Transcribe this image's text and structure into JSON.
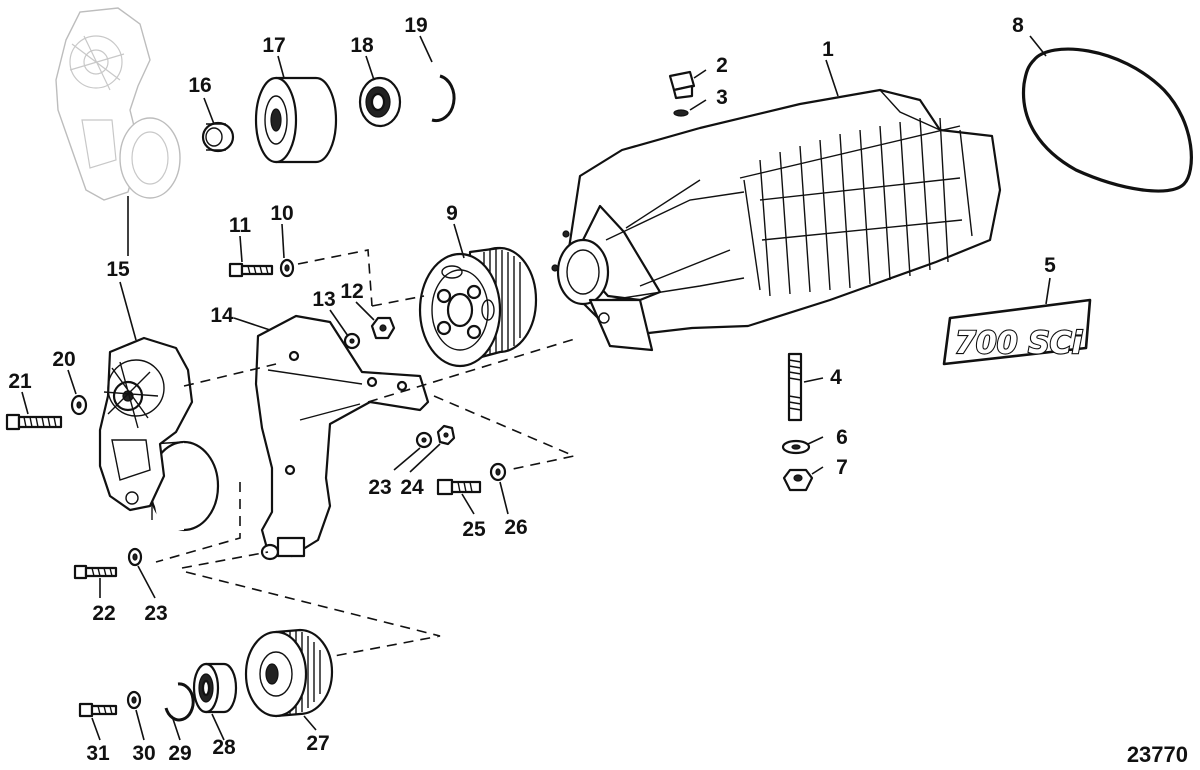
{
  "diagram": {
    "reference_number": "23770",
    "badge_text": "700 SCi",
    "callouts": [
      "1",
      "2",
      "3",
      "4",
      "5",
      "6",
      "7",
      "8",
      "9",
      "10",
      "11",
      "12",
      "13",
      "14",
      "15",
      "16",
      "17",
      "18",
      "19",
      "20",
      "21",
      "22",
      "23",
      "23",
      "24",
      "25",
      "26",
      "27",
      "28",
      "29",
      "30",
      "31"
    ]
  },
  "parts": [
    {
      "name": "supercharger-assembly",
      "callout": "1"
    },
    {
      "name": "plug",
      "callout": "2"
    },
    {
      "name": "o-ring",
      "callout": "3"
    },
    {
      "name": "stud",
      "callout": "4"
    },
    {
      "name": "decal-700-sci",
      "callout": "5"
    },
    {
      "name": "washer",
      "callout": "6"
    },
    {
      "name": "nut",
      "callout": "7"
    },
    {
      "name": "gasket",
      "callout": "8"
    },
    {
      "name": "supercharger-pulley",
      "callout": "9"
    },
    {
      "name": "washer",
      "callout": "10"
    },
    {
      "name": "screw",
      "callout": "11"
    },
    {
      "name": "nut",
      "callout": "12"
    },
    {
      "name": "washer",
      "callout": "13"
    },
    {
      "name": "bracket",
      "callout": "14"
    },
    {
      "name": "belt-tensioner",
      "callout": "15"
    },
    {
      "name": "spacer",
      "callout": "16"
    },
    {
      "name": "idler-pulley",
      "callout": "17"
    },
    {
      "name": "bearing",
      "callout": "18"
    },
    {
      "name": "retaining-ring",
      "callout": "19"
    },
    {
      "name": "washer",
      "callout": "20"
    },
    {
      "name": "screw",
      "callout": "21"
    },
    {
      "name": "screw",
      "callout": "22"
    },
    {
      "name": "washer",
      "callout": "23"
    },
    {
      "name": "nut",
      "callout": "24"
    },
    {
      "name": "screw",
      "callout": "25"
    },
    {
      "name": "washer",
      "callout": "26"
    },
    {
      "name": "idler-pulley",
      "callout": "27"
    },
    {
      "name": "bearing",
      "callout": "28"
    },
    {
      "name": "retaining-ring",
      "callout": "29"
    },
    {
      "name": "washer",
      "callout": "30"
    },
    {
      "name": "screw",
      "callout": "31"
    }
  ]
}
